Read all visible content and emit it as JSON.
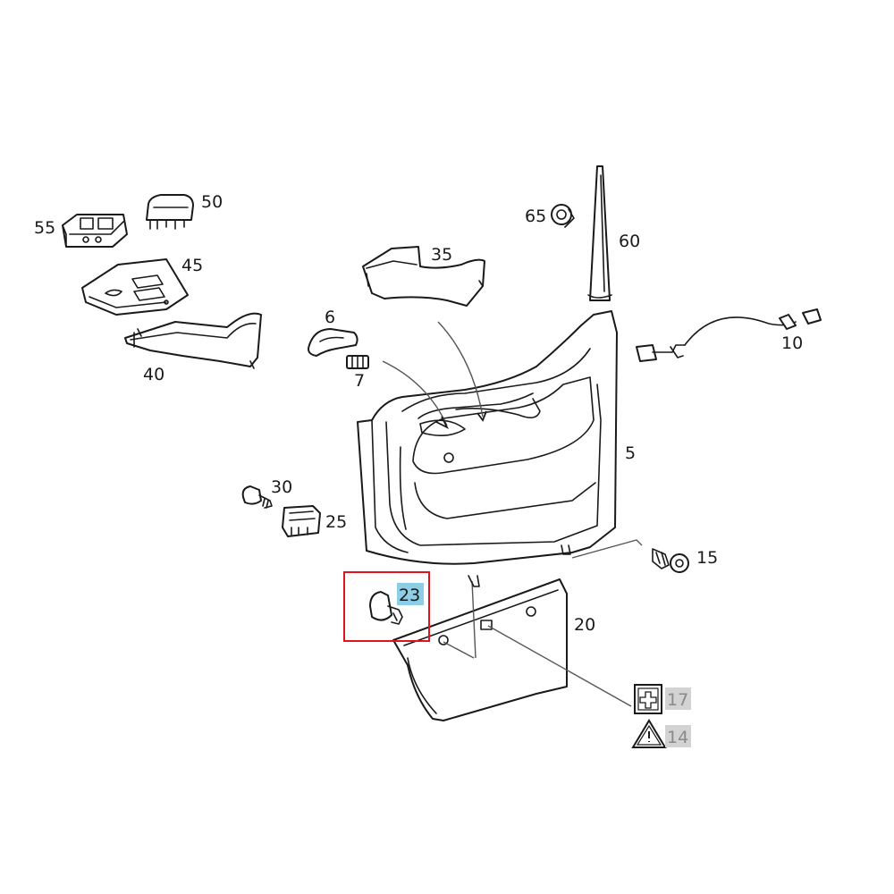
{
  "callouts": {
    "p55": "55",
    "p50": "50",
    "p45": "45",
    "p40": "40",
    "p6": "6",
    "p7": "7",
    "p35": "35",
    "p65": "65",
    "p60": "60",
    "p10": "10",
    "p5": "5",
    "p30": "30",
    "p25": "25",
    "p15": "15",
    "p23": "23",
    "p20": "20",
    "p17": "17",
    "p14": "14"
  },
  "selected_part": "23",
  "colors": {
    "selection_box": "#e0141e",
    "selected_label_bg": "#8ecde6",
    "inactive_label_bg": "#d3d3d3",
    "inactive_label_text": "#8a8a8a",
    "line_art": "#1a1a1a"
  },
  "icons": {
    "p17": "plus-box-icon",
    "p14": "warning-triangle-icon"
  }
}
